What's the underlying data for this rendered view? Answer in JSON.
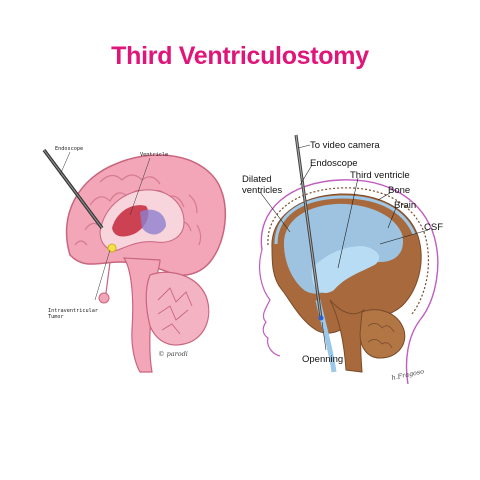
{
  "title": "Third Ventriculostomy",
  "colors": {
    "title": "#e0157a",
    "brain_pink": "#f2a6b8",
    "fluid_blue": "#9cc8ea",
    "brain_brown": "#a86a3c"
  },
  "left_figure": {
    "labels": {
      "endoscope": "Endoscope",
      "ventricle": "Ventricle",
      "tumor_line1": "Intraventricular",
      "tumor_line2": "Tumor"
    },
    "signature": "© parodi"
  },
  "right_figure": {
    "labels": {
      "camera": "To video camera",
      "endoscope": "Endoscope",
      "dilated_line1": "Dilated",
      "dilated_line2": "ventricles",
      "third_ventricle": "Third ventricle",
      "bone": "Bone",
      "brain": "Brain",
      "csf": "CSF",
      "opening": "Openning"
    },
    "signature": "h.Fragoso"
  }
}
